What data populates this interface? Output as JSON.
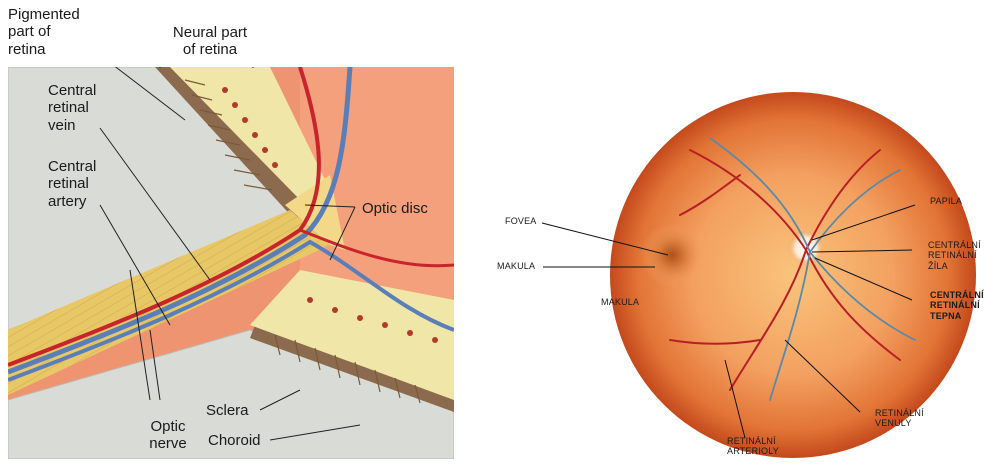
{
  "left_panel": {
    "labels": {
      "pigmented": "Pigmented\npart of\nretina",
      "neural": "Neural part\nof retina",
      "vein": "Central\nretinal\nvein",
      "artery": "Central\nretinal\nartery",
      "optic_disc": "Optic disc",
      "optic_nerve": "Optic\nnerve",
      "sclera": "Sclera",
      "choroid": "Choroid"
    }
  },
  "right_panel": {
    "labels": {
      "fovea": "FOVEA",
      "makula_left": "MAKULA",
      "makula_inside": "MAKULA",
      "papila": "PAPILA",
      "centralni_zila": "CENTRÁLNÍ\nRETINÁLNÍ\nŽÍLA",
      "centralni_tepna": "CENTRÁLNÍ\nRETINÁLNÍ\nTEPNA",
      "venuly": "RETINÁLNÍ\nVENULY",
      "arterioly": "RETINÁLNÍ\nARTERIOLY"
    }
  },
  "colors": {
    "sclera": "#d9dcd6",
    "choroid": "#8c6a4e",
    "nerve_fibers": "#e8c766",
    "retina_bg": "#ef9470",
    "vein": "#5a7fb8",
    "artery": "#c8242b",
    "fundus_edge": "#c4491c",
    "fundus_center": "#f7b46a"
  }
}
